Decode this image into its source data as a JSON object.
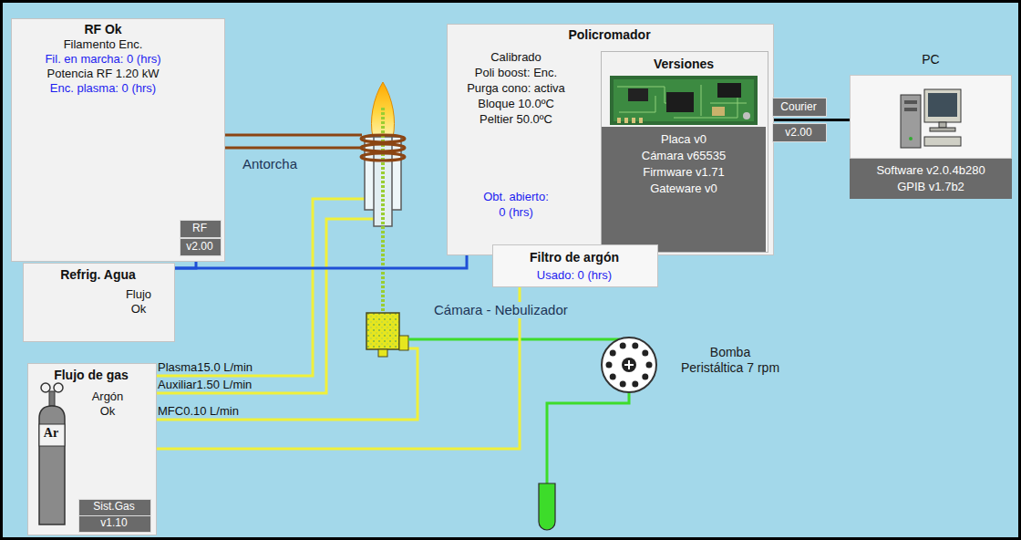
{
  "diagram": {
    "nodes": [
      {
        "text": [
          "RF Ok",
          "Filamento Enc.",
          "Fil. en marcha: 0 (hrs)",
          "Potencia RF 1.20 kW",
          "Enc. plasma: 0 (hrs)"
        ]
      },
      {
        "text": [
          "RF"
        ],
        "in": 0
      },
      {
        "text": [
          "v2.00"
        ],
        "in": 0
      },
      {
        "text": [
          "Policromador",
          "Calibrado",
          "Poli boost: Enc.",
          "Purga cono: activa",
          "Bloque 10.0ºC",
          "Peltier 50.0ºC",
          "Obt. abierto: 0 (hrs)"
        ]
      },
      {
        "text": [
          "Versiones",
          "Placa v0",
          "Cámara v65535",
          "Firmware v1.71",
          "Gateware v0"
        ],
        "in": 3
      },
      {
        "text": [
          "Courier"
        ]
      },
      {
        "text": [
          "v2.00"
        ]
      },
      {
        "text": [
          "PC",
          "Software v2.0.4b280",
          "GPIB v1.7b2"
        ]
      },
      {
        "text": [
          "Refrig. Agua",
          "Flujo",
          "Ok"
        ]
      },
      {
        "text": [
          "Filtro de argón",
          "Usado: 0 (hrs)"
        ]
      },
      {
        "text": [
          "Flujo de gas",
          "Argón",
          "Ok"
        ]
      },
      {
        "text": [
          "Sist.Gas"
        ],
        "in": 10
      },
      {
        "text": [
          "v1.10"
        ],
        "in": 10
      }
    ],
    "edges": [
      {
        "from": 3,
        "to": 7,
        "arrow": "none"
      },
      {
        "from": 8,
        "to": 0,
        "arrow": "none"
      },
      {
        "from": 8,
        "to": 3,
        "arrow": "none"
      },
      {
        "from": 10,
        "to": 9,
        "arrow": "none"
      }
    ],
    "labels": [
      "Antorcha",
      "Cámara - Nebulizador",
      "Bomba Peristáltica 7 rpm",
      "Plasma15.0 L/min",
      "Auxiliar1.50 L/min",
      "MFC0.10 L/min",
      "Ar"
    ]
  }
}
